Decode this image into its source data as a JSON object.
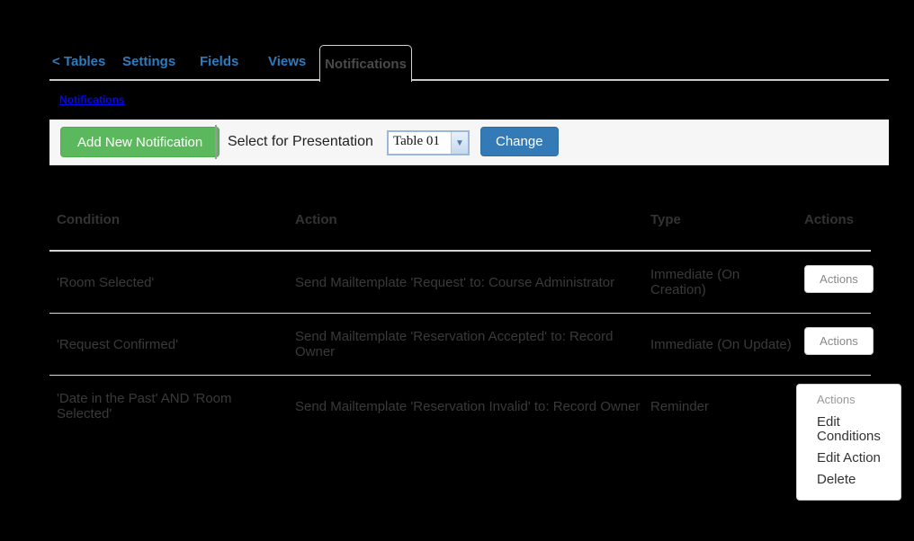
{
  "tabs": {
    "back_label": "< Tables",
    "items": [
      {
        "label": "Settings"
      },
      {
        "label": "Fields"
      },
      {
        "label": "Views"
      },
      {
        "label": "Notifications"
      }
    ],
    "active_label": "Notifications"
  },
  "breadcrumb": {
    "label": "Notifications"
  },
  "toolbar": {
    "add_button_label": "Add New Notification",
    "select_label": "Select for Presentation",
    "table_select": {
      "value": "Table 01",
      "arrow": "▼"
    },
    "change_button_label": "Change"
  },
  "table": {
    "columns": [
      "Condition",
      "Action",
      "Type",
      "Actions"
    ],
    "rows": [
      {
        "condition": "'Room Selected'",
        "action": "Send Mailtemplate 'Request' to: Course Administrator",
        "type": "Immediate (On Creation)",
        "actions_button": "Actions"
      },
      {
        "condition": "'Request Confirmed'",
        "action": "Send Mailtemplate 'Reservation Accepted' to: Record Owner",
        "type": "Immediate (On Update)",
        "actions_button": "Actions"
      },
      {
        "condition": "'Date in the Past' AND 'Room Selected'",
        "action": "Send Mailtemplate 'Reservation Invalid' to: Record Owner",
        "type": "Reminder",
        "actions_button": "Actions"
      }
    ]
  },
  "actions_menu": {
    "toggle_label": "Actions",
    "items": [
      {
        "label": "Edit Conditions"
      },
      {
        "label": "Edit Action"
      },
      {
        "label": "Delete"
      }
    ]
  },
  "colors": {
    "page_background": "#000000",
    "tab_link_blue": "#2e7cbe",
    "breadcrumb_blue": "#0009f0",
    "add_button_green": "#5cb85c",
    "change_button_blue": "#337ab7",
    "toolbar_background": "#f6f6f6",
    "table_text": "#3a3a3a",
    "row_border": "#d8d8d8"
  }
}
